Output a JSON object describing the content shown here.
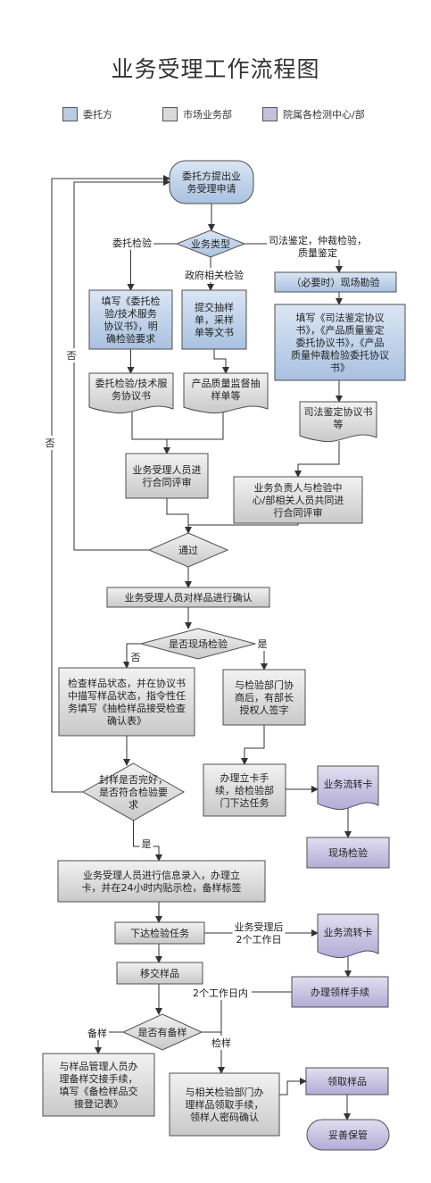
{
  "title": "业务受理工作流程图",
  "colors": {
    "client": "#b8cce4",
    "market": "#d9d9d9",
    "center": "#c5c0de",
    "stroke": "#4f4f4f",
    "line": "#333333"
  },
  "legend": [
    {
      "label": "委托方",
      "color": "#b8cce4"
    },
    {
      "label": "市场业务部",
      "color": "#d9d9d9"
    },
    {
      "label": "院属各检测中心/部",
      "color": "#c5c0de"
    }
  ],
  "nodes": {
    "start": "委托方提出业\n务受理申请",
    "type_decision": "业务类型",
    "fill_entrust": "填写《委托检\n验/技术服务\n协议书》，明\n确检验要求",
    "submit_sampling": "提交抽样\n单，采样\n单等文书",
    "onsite_survey": "（必要时）现场勘验",
    "fill_judicial": "填写《司法鉴定协议\n书》，《产品质量鉴定\n委托协议书》，《产品\n质量仲裁检验委托协议\n书》",
    "doc_entrust": "委托检验/技术服\n务协议书",
    "doc_sampling": "产品质量监督抽\n样单等",
    "doc_judicial": "司法鉴定协议书\n等",
    "contract_review": "业务受理人员进\n行合同评审",
    "joint_review": "业务负责人与检验中\n心/部相关人员共同进\n行合同评审",
    "pass_decision": "通过",
    "confirm_samples": "业务受理人员对样品进行确认",
    "onsite_decision": "是否现场检验",
    "check_samples": "检查样品状态，并在协议书\n中描写样品状态，指令性任\n务填写《抽检样品接受检查\n确认表》",
    "negotiate": "与检验部门协\n商后，有部长\n授权人签字",
    "seal_decision": "封样是否完好，\n是否符合检验要\n求",
    "issue_card_task": "办理立卡手\n续，给检验部\n门下达任务",
    "flow_card_1": "业务流转卡",
    "onsite_test": "现场检验",
    "info_entry": "业务受理人员进行信息录入，办理立\n卡，并在24小时内贴示检，备样标签",
    "issue_task": "下达检验任务",
    "flow_card_2": "业务流转卡",
    "transfer_samples": "移交样品",
    "sample_receive": "办理领样手续",
    "backup_decision": "是否有备样",
    "backup_handover": "与样品管理人员办\n理备样交接手续，\n填写《备检样品交\n接登记表》",
    "receive_procedure": "与相关检验部门办\n理样品领取手续，\n领样人密码确认",
    "take_samples": "领取样品",
    "keep_safe": "妥善保管"
  },
  "labels": {
    "entrust_test": "委托检验",
    "gov_test": "政府相关检验",
    "judicial": "司法鉴定，仲裁检验，\n质量鉴定",
    "no_pass": "否",
    "no_seal": "否",
    "no_onsite": "否",
    "yes_onsite": "是",
    "yes_seal": "是",
    "after_2days": "业务受理后\n2个工作日",
    "within_2days": "2个工作日内",
    "backup": "备样",
    "inspection": "检样"
  }
}
